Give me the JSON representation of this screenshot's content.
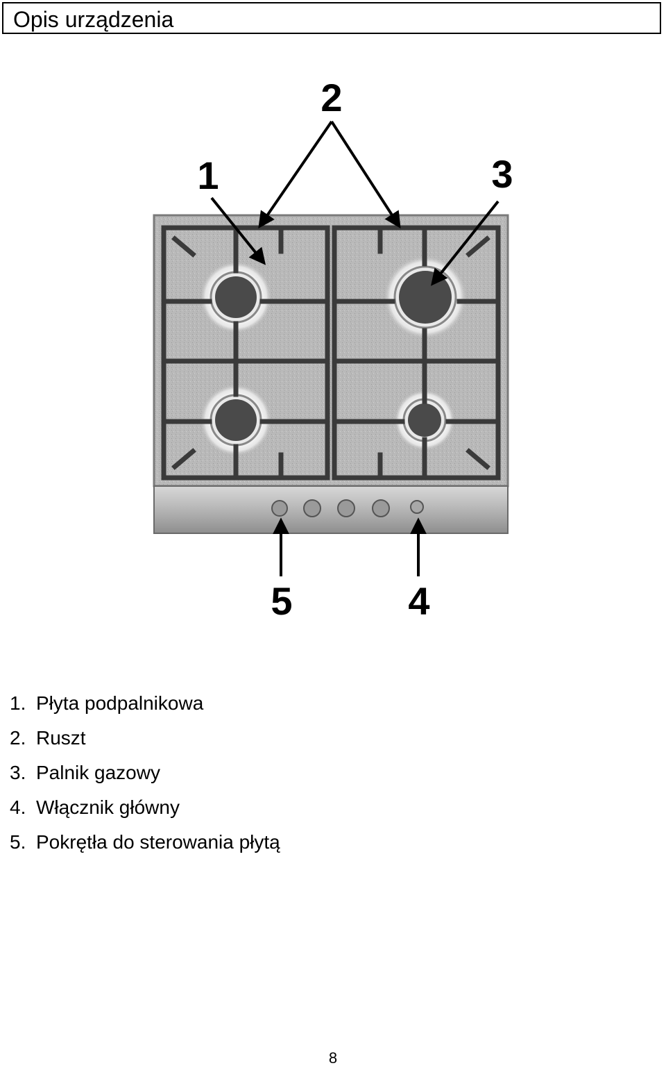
{
  "header": {
    "title": "Opis urządzenia"
  },
  "diagram": {
    "callouts": [
      "1",
      "2",
      "3",
      "4",
      "5"
    ]
  },
  "legend": {
    "items": [
      {
        "num": "1.",
        "label": "Płyta podpalnikowa"
      },
      {
        "num": "2.",
        "label": "Ruszt"
      },
      {
        "num": "3.",
        "label": "Palnik gazowy"
      },
      {
        "num": "4.",
        "label": "Włącznik główny"
      },
      {
        "num": "5.",
        "label": "Pokrętła do sterowania płytą"
      }
    ]
  },
  "footer": {
    "page_number": "8"
  }
}
